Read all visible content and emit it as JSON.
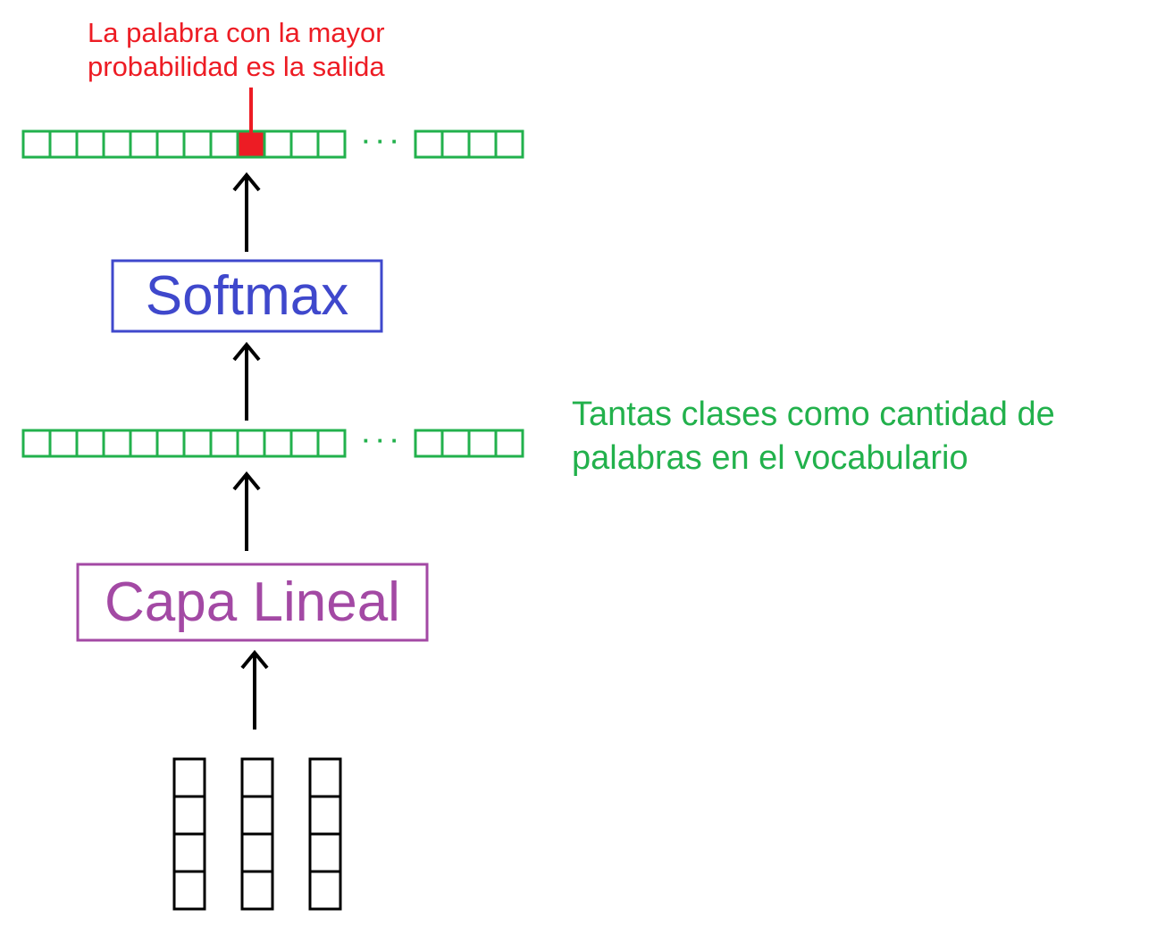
{
  "colors": {
    "output_vector": "#22b14c",
    "selected_cell": "#ed1c24",
    "softmax": "#3f48cc",
    "linear": "#a349a4",
    "arrows": "#000000",
    "input_embeddings": "#000000"
  },
  "annotations": {
    "top_line1": "La palabra con la mayor",
    "top_line2": "probabilidad es la salida",
    "side_line1": "Tantas clases como cantidad de",
    "side_line2": "palabras en el vocabulario"
  },
  "blocks": {
    "softmax": "Softmax",
    "linear": "Capa Lineal"
  },
  "vectors": {
    "ellipsis": "· · ·",
    "first_segment_cells": 12,
    "second_segment_cells": 4,
    "selected_index": 8
  },
  "inputs": {
    "columns": 3,
    "cells_per_column": 4
  }
}
